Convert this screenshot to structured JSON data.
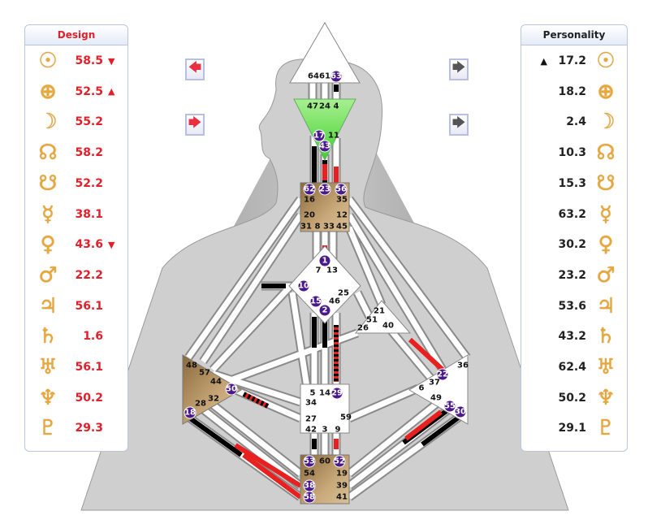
{
  "design": {
    "title": "Design",
    "rows": [
      {
        "planet": "sun",
        "glyph": "☉",
        "value": "58.5",
        "mark": "▼"
      },
      {
        "planet": "earth",
        "glyph": "⊕",
        "value": "52.5",
        "mark": "▲"
      },
      {
        "planet": "moon",
        "glyph": "☽",
        "value": "55.2",
        "mark": ""
      },
      {
        "planet": "north-node",
        "glyph": "☊",
        "value": "58.2",
        "mark": ""
      },
      {
        "planet": "south-node",
        "glyph": "☋",
        "value": "52.2",
        "mark": ""
      },
      {
        "planet": "mercury",
        "glyph": "☿",
        "value": "38.1",
        "mark": ""
      },
      {
        "planet": "venus",
        "glyph": "♀",
        "value": "43.6",
        "mark": "▼"
      },
      {
        "planet": "mars",
        "glyph": "♂",
        "value": "22.2",
        "mark": ""
      },
      {
        "planet": "jupiter",
        "glyph": "♃",
        "value": "56.1",
        "mark": ""
      },
      {
        "planet": "saturn",
        "glyph": "♄",
        "value": "1.6",
        "mark": ""
      },
      {
        "planet": "uranus",
        "glyph": "♅",
        "value": "56.1",
        "mark": ""
      },
      {
        "planet": "neptune",
        "glyph": "♆",
        "value": "50.2",
        "mark": ""
      },
      {
        "planet": "pluto",
        "glyph": "♇",
        "value": "29.3",
        "mark": ""
      }
    ]
  },
  "personality": {
    "title": "Personality",
    "rows": [
      {
        "planet": "sun",
        "glyph": "☉",
        "value": "17.2",
        "mark": "▲"
      },
      {
        "planet": "earth",
        "glyph": "⊕",
        "value": "18.2",
        "mark": ""
      },
      {
        "planet": "moon",
        "glyph": "☽",
        "value": "2.4",
        "mark": ""
      },
      {
        "planet": "north-node",
        "glyph": "☊",
        "value": "10.3",
        "mark": ""
      },
      {
        "planet": "south-node",
        "glyph": "☋",
        "value": "15.3",
        "mark": ""
      },
      {
        "planet": "mercury",
        "glyph": "☿",
        "value": "63.2",
        "mark": ""
      },
      {
        "planet": "venus",
        "glyph": "♀",
        "value": "30.2",
        "mark": ""
      },
      {
        "planet": "mars",
        "glyph": "♂",
        "value": "23.2",
        "mark": ""
      },
      {
        "planet": "jupiter",
        "glyph": "♃",
        "value": "53.6",
        "mark": ""
      },
      {
        "planet": "saturn",
        "glyph": "♄",
        "value": "43.2",
        "mark": ""
      },
      {
        "planet": "uranus",
        "glyph": "♅",
        "value": "62.4",
        "mark": ""
      },
      {
        "planet": "neptune",
        "glyph": "♆",
        "value": "50.2",
        "mark": ""
      },
      {
        "planet": "pluto",
        "glyph": "♇",
        "value": "29.1",
        "mark": ""
      }
    ]
  },
  "nav": {
    "design_prev": "🡄",
    "design_next": "🡆",
    "personality_prev": "🡆",
    "personality_next": "🡆"
  },
  "colors": {
    "design": "#e0202a",
    "personality": "#111111",
    "active_gate": "#4a1a8c",
    "ajna": "#7ee05a",
    "center_brown": "#a88454"
  },
  "centers": {
    "head": [
      {
        "n": "64"
      },
      {
        "n": "61"
      },
      {
        "n": "63",
        "active": true
      }
    ],
    "ajna": [
      {
        "n": "47"
      },
      {
        "n": "24"
      },
      {
        "n": "4"
      },
      {
        "n": "17",
        "active": true
      },
      {
        "n": "11"
      },
      {
        "n": "43",
        "active": true
      }
    ],
    "throat": [
      {
        "n": "62",
        "active": true
      },
      {
        "n": "23",
        "active": true
      },
      {
        "n": "56",
        "active": true
      },
      {
        "n": "16"
      },
      {
        "n": "35"
      },
      {
        "n": "20"
      },
      {
        "n": "12"
      },
      {
        "n": "31"
      },
      {
        "n": "8"
      },
      {
        "n": "33"
      },
      {
        "n": "45"
      }
    ],
    "g": [
      {
        "n": "1",
        "active": true
      },
      {
        "n": "7"
      },
      {
        "n": "13"
      },
      {
        "n": "10",
        "active": true
      },
      {
        "n": "25"
      },
      {
        "n": "15",
        "active": true
      },
      {
        "n": "46"
      },
      {
        "n": "2",
        "active": true
      }
    ],
    "ego": [
      {
        "n": "21"
      },
      {
        "n": "51"
      },
      {
        "n": "26"
      },
      {
        "n": "40"
      }
    ],
    "spleen": [
      {
        "n": "48"
      },
      {
        "n": "57"
      },
      {
        "n": "44"
      },
      {
        "n": "50",
        "active": true
      },
      {
        "n": "32"
      },
      {
        "n": "28"
      },
      {
        "n": "18",
        "active": true
      }
    ],
    "sacral": [
      {
        "n": "5"
      },
      {
        "n": "14"
      },
      {
        "n": "29",
        "active": true
      },
      {
        "n": "34"
      },
      {
        "n": "27"
      },
      {
        "n": "59"
      },
      {
        "n": "42"
      },
      {
        "n": "3"
      },
      {
        "n": "9"
      }
    ],
    "solar_plexus": [
      {
        "n": "36"
      },
      {
        "n": "22",
        "active": true
      },
      {
        "n": "37"
      },
      {
        "n": "6"
      },
      {
        "n": "49"
      },
      {
        "n": "55",
        "active": true
      },
      {
        "n": "30",
        "active": true
      }
    ],
    "root": [
      {
        "n": "53",
        "active": true
      },
      {
        "n": "60"
      },
      {
        "n": "52",
        "active": true
      },
      {
        "n": "54"
      },
      {
        "n": "19"
      },
      {
        "n": "38",
        "active": true
      },
      {
        "n": "39"
      },
      {
        "n": "58",
        "active": true
      },
      {
        "n": "41"
      }
    ]
  }
}
